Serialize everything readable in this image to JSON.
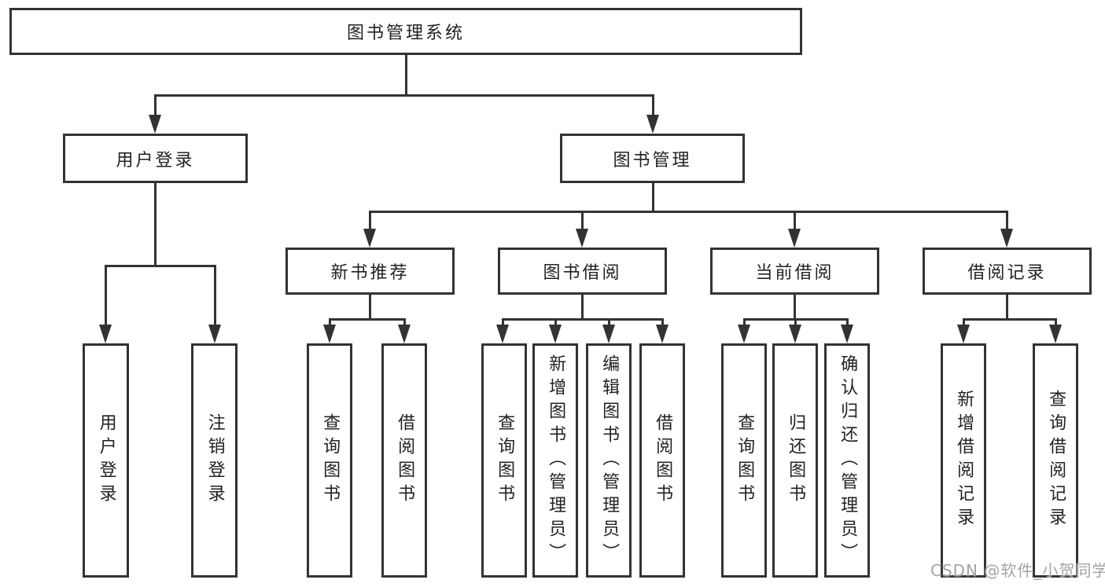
{
  "tree": {
    "label": "图书管理系统",
    "children": [
      {
        "label": "用户登录",
        "children": [
          {
            "label": "用户登录"
          },
          {
            "label": "注销登录"
          }
        ]
      },
      {
        "label": "图书管理",
        "children": [
          {
            "label": "新书推荐",
            "children": [
              {
                "label": "查询图书"
              },
              {
                "label": "借阅图书"
              }
            ]
          },
          {
            "label": "图书借阅",
            "children": [
              {
                "label": "查询图书"
              },
              {
                "label": "新增图书（管理员）"
              },
              {
                "label": "编辑图书（管理员）"
              },
              {
                "label": "借阅图书"
              }
            ]
          },
          {
            "label": "当前借阅",
            "children": [
              {
                "label": "查询图书"
              },
              {
                "label": "归还图书"
              },
              {
                "label": "确认归还（管理员）"
              }
            ]
          },
          {
            "label": "借阅记录",
            "children": [
              {
                "label": "新增借阅记录"
              },
              {
                "label": "查询借阅记录"
              }
            ]
          }
        ]
      }
    ]
  },
  "watermark": "CSDN @软件_小贺同学",
  "colors": {
    "line": "#333333",
    "text": "#222222",
    "background": "#ffffff",
    "watermark": "#a3a3a3"
  }
}
